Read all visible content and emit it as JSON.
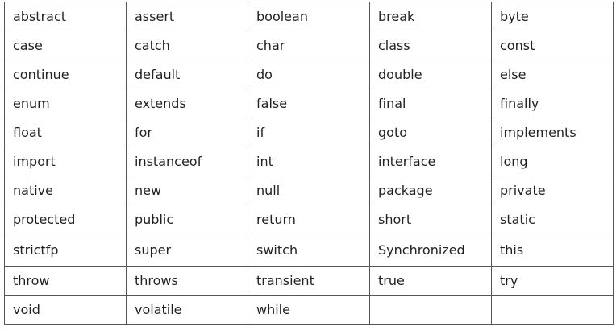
{
  "keywords_table": {
    "rows": [
      [
        "abstract",
        "assert",
        "boolean",
        "break",
        "byte"
      ],
      [
        "case",
        "catch",
        "char",
        "class",
        "const"
      ],
      [
        "continue",
        "default",
        "do",
        "double",
        "else"
      ],
      [
        "enum",
        "extends",
        "false",
        "final",
        "finally"
      ],
      [
        "float",
        "for",
        "if",
        "goto",
        "implements"
      ],
      [
        "import",
        "instanceof",
        "int",
        "interface",
        "long"
      ],
      [
        "native",
        "new",
        "null",
        "package",
        "private"
      ],
      [
        "protected",
        "public",
        "return",
        "short",
        "static"
      ],
      [
        "strictfp",
        "super",
        "switch",
        "Synchronized",
        "this"
      ],
      [
        "throw",
        "throws",
        "transient",
        "true",
        "try"
      ],
      [
        "void",
        "volatile",
        "while",
        "",
        ""
      ]
    ]
  }
}
